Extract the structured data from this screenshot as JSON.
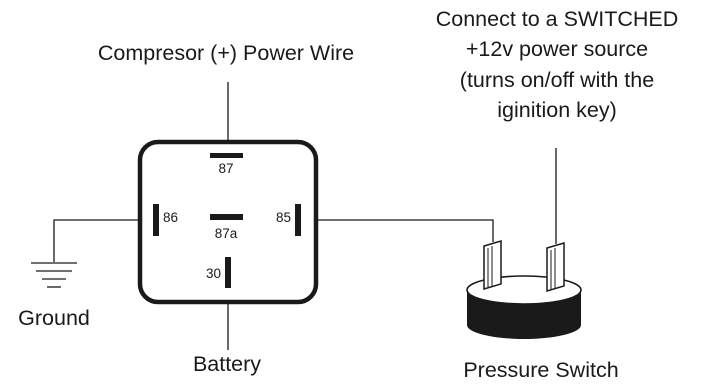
{
  "diagram": {
    "labels": {
      "compressor_wire": "Compresor (+) Power Wire",
      "switched_source": [
        "Connect to a SWITCHED",
        "+12v power source",
        "(turns on/off with the",
        "iginition key)"
      ],
      "ground": "Ground",
      "battery": "Battery",
      "pressure_switch": "Pressure Switch"
    },
    "relay": {
      "pins": {
        "p87": "87",
        "p87a": "87a",
        "p86": "86",
        "p85": "85",
        "p30": "30"
      }
    }
  }
}
